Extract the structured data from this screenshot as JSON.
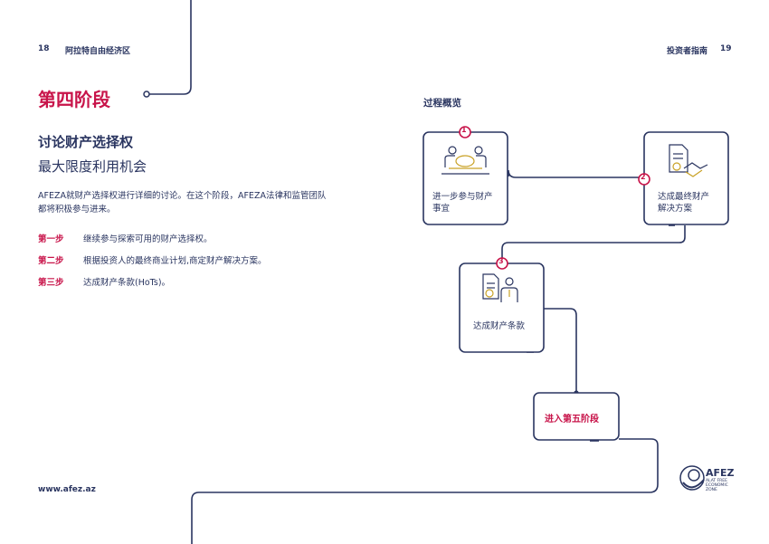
{
  "header": {
    "page_left": "18",
    "left_title": "阿拉特自由经济区",
    "right_title": "投资者指南",
    "page_right": "19"
  },
  "stage": {
    "title": "第四阶段",
    "heading": "讨论财产选择权",
    "subheading": "最大限度利用机会",
    "description": "AFEZA就财产选择权进行详细的讨论。在这个阶段，AFEZA法律和监管团队都将积极参与进来。"
  },
  "steps": [
    {
      "label": "第一步",
      "text": "继续参与探索可用的财产选择权。"
    },
    {
      "label": "第二步",
      "text": "根据投资人的最终商业计划,商定财产解决方案。"
    },
    {
      "label": "第三步",
      "text": "达成财产条款(HoTs)。"
    }
  ],
  "overview": {
    "title": "过程概览",
    "boxes": [
      {
        "number": "1",
        "line1": "进一步参与财产",
        "line2": "事宜",
        "icon": "meeting-icon"
      },
      {
        "number": "2",
        "line1": "达成最终财产",
        "line2": "解决方案",
        "icon": "handshake-document-icon"
      },
      {
        "number": "3",
        "line1": "达成财产条款",
        "line2": "",
        "icon": "document-person-icon"
      }
    ],
    "next": "进入第五阶段"
  },
  "footer": {
    "website": "www.afez.az",
    "logo_text": "AFEZ",
    "logo_sub1": "ALAT FREE",
    "logo_sub2": "ECONOMIC",
    "logo_sub3": "ZONE"
  },
  "colors": {
    "navy": "#2a3560",
    "crimson": "#c8144a",
    "gold": "#c9a227"
  }
}
